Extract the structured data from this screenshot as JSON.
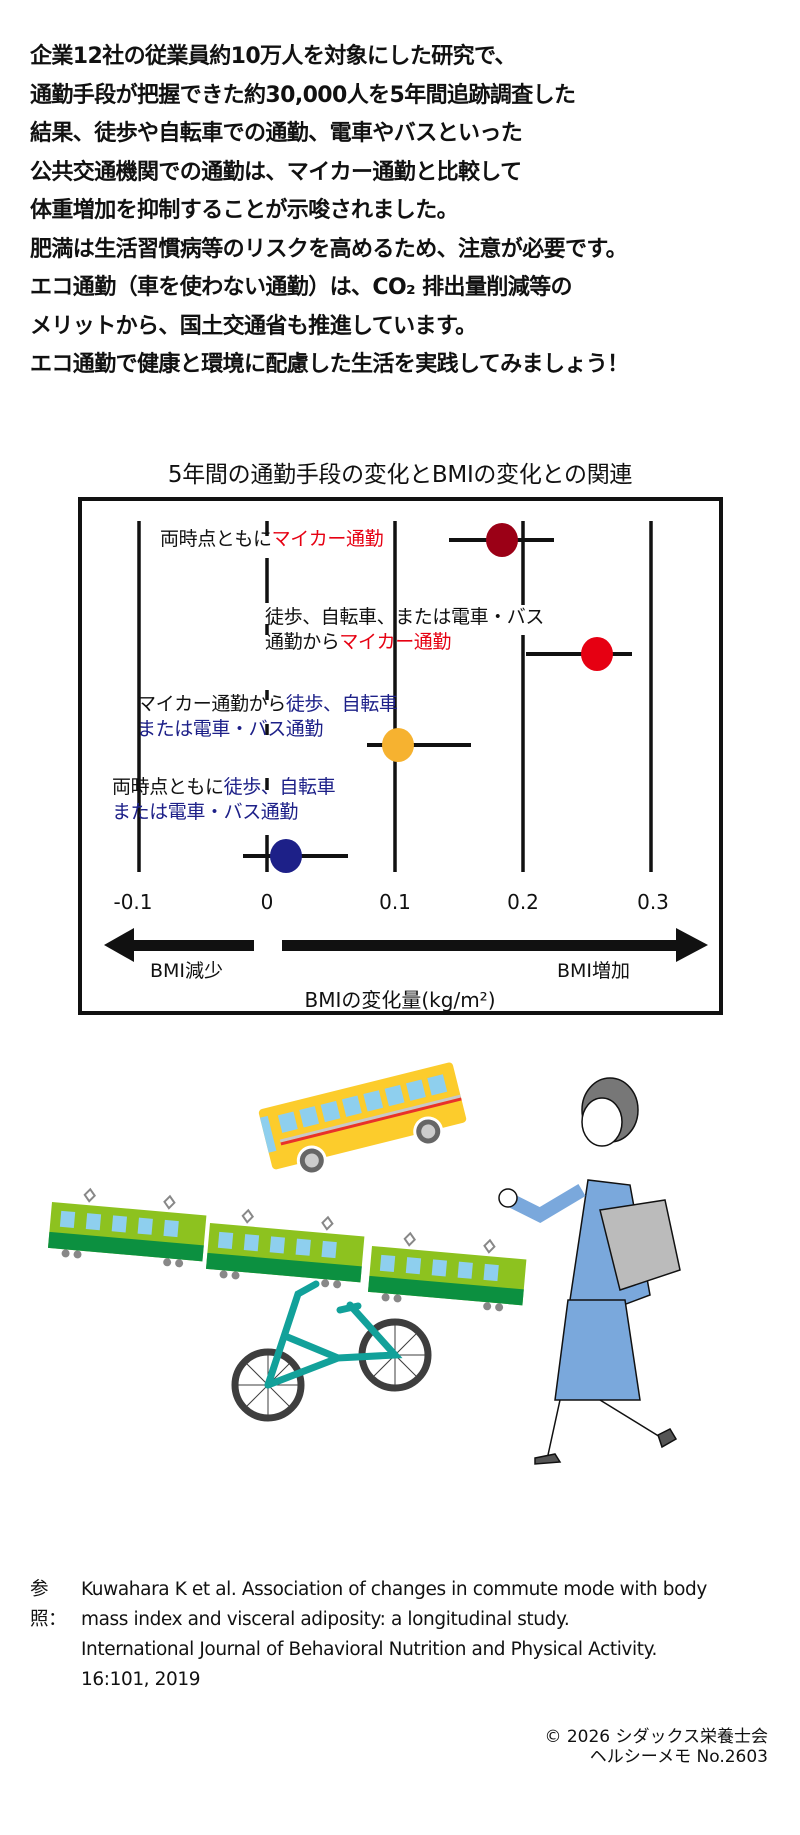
{
  "intro": {
    "lines": [
      "企業12社の従業員約10万人を対象にした研究で、",
      "通勤手段が把握できた約30,000人を5年間追跡調査した",
      "結果、徒歩や自転車での通勤、電車やバスといった",
      "公共交通機関での通勤は、マイカー通勤と比較して",
      "体重増加を抑制することが示唆されました。",
      "肥満は生活習慣病等のリスクを高めるため、注意が必要です。",
      "エコ通勤（車を使わない通勤）は、CO₂ 排出量削減等の",
      "メリットから、国土交通省も推進しています。",
      "エコ通勤で健康と環境に配慮した生活を実践してみましょう！"
    ]
  },
  "chart": {
    "title": "5年間の通勤手段の変化とBMIの変化との関連",
    "labels": {
      "row1": {
        "black": "両時点ともに",
        "red": "マイカー通勤"
      },
      "row2": {
        "line1": "徒歩、自転車、または電車・バス",
        "line2_black": "通勤から",
        "line2_red": "マイカー通勤"
      },
      "row3": {
        "line1_black": "マイカー通勤から",
        "line1_blue": "徒歩、自転車",
        "line2_blue": "または電車・バス通勤"
      },
      "row4": {
        "line1_black": "両時点ともに",
        "line1_blue": "徒歩、自転車",
        "line2_blue": "または電車・バス通勤"
      }
    },
    "ticks": [
      "-0.1",
      "0",
      "0.1",
      "0.2",
      "0.3"
    ],
    "arrow_left_label": "BMI減少",
    "arrow_right_label": "BMI増加",
    "axis_title": "BMIの変化量(kg/m²)"
  },
  "chart_data": {
    "type": "forest",
    "title": "5年間の通勤手段の変化とBMIの変化との関連",
    "xlabel": "BMIの変化量(kg/m²)",
    "xlim": [
      -0.1,
      0.3
    ],
    "xticks": [
      -0.1,
      0,
      0.1,
      0.2,
      0.3
    ],
    "grid": true,
    "direction_labels": {
      "left": "BMI減少",
      "right": "BMI増加"
    },
    "series": [
      {
        "name": "両時点ともにマイカー通勤",
        "estimate": 0.185,
        "ci": [
          0.143,
          0.225
        ],
        "color": "#9b0016"
      },
      {
        "name": "徒歩、自転車、または電車・バス通勤からマイカー通勤",
        "estimate": 0.257,
        "ci": [
          0.203,
          0.285
        ],
        "color": "#e60012"
      },
      {
        "name": "マイカー通勤から徒歩、自転車または電車・バス通勤",
        "estimate": 0.103,
        "ci": [
          0.079,
          0.16
        ],
        "color": "#f6b230"
      },
      {
        "name": "両時点ともに徒歩、自転車または電車・バス通勤",
        "estimate": 0.015,
        "ci": [
          -0.017,
          0.064
        ],
        "color": "#1d2088"
      }
    ]
  },
  "illustration": {
    "description": "bus, train, bicycle, walking woman"
  },
  "reference": {
    "head": "参照：",
    "lines": [
      "Kuwahara K et al. Association of changes in commute mode with body",
      "mass index and visceral adiposity: a longitudinal study.",
      "International Journal of Behavioral Nutrition and Physical Activity.",
      "16:101, 2019"
    ]
  },
  "credit": {
    "line1": "© 2026 シダックス栄養士会",
    "line2": "ヘルシーメモ  No.2603"
  }
}
